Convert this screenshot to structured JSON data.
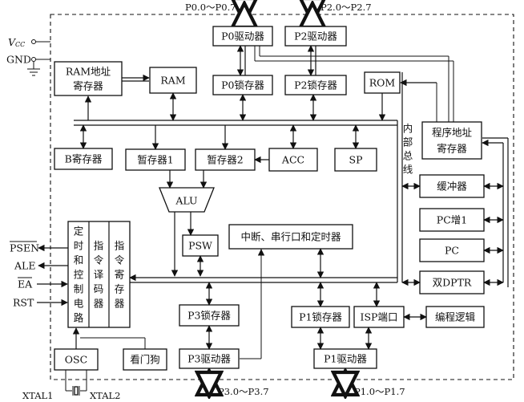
{
  "pins_top": {
    "p0": "P0.0～P0.7",
    "p2": "P2.0～P2.7"
  },
  "pins_bottom": {
    "p3": "P3.0～P3.7",
    "p1": "P1.0～P1.7"
  },
  "power": {
    "vcc": "V",
    "vcc_sub": "CC",
    "gnd": "GND"
  },
  "crystal": {
    "xtal1": "XTAL1",
    "xtal2": "XTAL2"
  },
  "control_pins": {
    "psen": "PSEN",
    "ale": "ALE",
    "ea": "EA",
    "rst": "RST"
  },
  "blocks": {
    "p0_driver": "P0驱动器",
    "p2_driver": "P2驱动器",
    "ram_addr_1": "RAM地址",
    "ram_addr_2": "寄存器",
    "ram": "RAM",
    "p0_latch": "P0锁存器",
    "p2_latch": "P2锁存器",
    "rom": "ROM",
    "prog_addr_1": "程序地址",
    "prog_addr_2": "寄存器",
    "b_reg": "B寄存器",
    "tmp1": "暂存器1",
    "tmp2": "暂存器2",
    "acc": "ACC",
    "sp": "SP",
    "buffer": "缓冲器",
    "alu": "ALU",
    "pc_inc": "PC增1",
    "psw": "PSW",
    "intr": "中断、串行口和定时器",
    "pc": "PC",
    "dptr": "双DPTR",
    "timing_ctrl": [
      "定",
      "时",
      "和",
      "控",
      "制",
      "电",
      "路"
    ],
    "instr_decoder": [
      "指",
      "令",
      "译",
      "码",
      "器"
    ],
    "instr_reg": [
      "指",
      "令",
      "寄",
      "存",
      "器"
    ],
    "p3_latch": "P3锁存器",
    "p1_latch": "P1锁存器",
    "isp": "ISP端口",
    "prog_logic": "编程逻辑",
    "osc": "OSC",
    "watchdog": "看门狗",
    "p3_driver": "P3驱动器",
    "p1_driver": "P1驱动器"
  },
  "bus_label": [
    "内",
    "部",
    "总",
    "线"
  ]
}
